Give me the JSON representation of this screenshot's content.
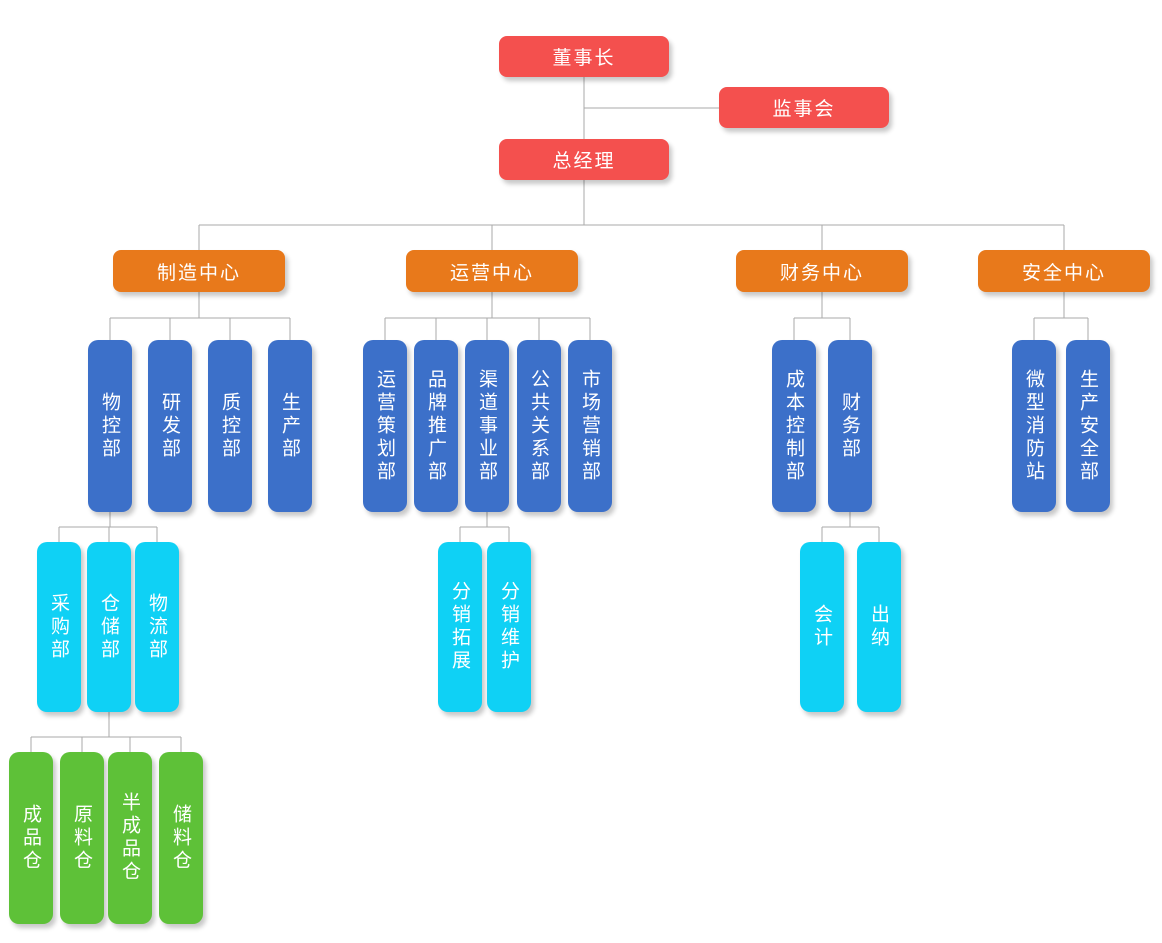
{
  "colors": {
    "executive": "#f4504e",
    "center": "#e8791b",
    "department": "#3c70c9",
    "sub_department": "#0fd1f5",
    "warehouse": "#5ec138",
    "connector": "#aaaaaa",
    "node_text": "#ffffff",
    "background": "#ffffff"
  },
  "levels": {
    "executive": {
      "chairman": "董事长",
      "supervisory_board": "监事会",
      "general_manager": "总经理"
    },
    "centers": {
      "manufacturing": "制造中心",
      "operations": "运营中心",
      "finance": "财务中心",
      "safety": "安全中心"
    },
    "departments": {
      "material_control": "物控部",
      "research_development": "研发部",
      "quality_control": "质控部",
      "production": "生产部",
      "operations_planning": "运营策划部",
      "brand_promotion": "品牌推广部",
      "channel_business": "渠道事业部",
      "public_relations": "公共关系部",
      "marketing": "市场营销部",
      "cost_control": "成本控制部",
      "finance_dept": "财务部",
      "micro_fire_station": "微型消防站",
      "production_safety": "生产安全部"
    },
    "sub_departments": {
      "purchasing": "采购部",
      "warehousing": "仓储部",
      "logistics": "物流部",
      "distribution_expansion": "分销拓展",
      "distribution_maintenance": "分销维护",
      "accounting": "会计",
      "cashier": "出纳"
    },
    "warehouses": {
      "finished_goods": "成品仓",
      "raw_materials": "原料仓",
      "semi_finished": "半成品仓",
      "storage": "储料仓"
    }
  },
  "relationships": [
    {
      "parent": "董事长",
      "children": [
        "监事会",
        "总经理"
      ]
    },
    {
      "parent": "总经理",
      "children": [
        "制造中心",
        "运营中心",
        "财务中心",
        "安全中心"
      ]
    },
    {
      "parent": "制造中心",
      "children": [
        "物控部",
        "研发部",
        "质控部",
        "生产部"
      ]
    },
    {
      "parent": "运营中心",
      "children": [
        "运营策划部",
        "品牌推广部",
        "渠道事业部",
        "公共关系部",
        "市场营销部"
      ]
    },
    {
      "parent": "财务中心",
      "children": [
        "成本控制部",
        "财务部"
      ]
    },
    {
      "parent": "安全中心",
      "children": [
        "微型消防站",
        "生产安全部"
      ]
    },
    {
      "parent": "物控部",
      "children": [
        "采购部",
        "仓储部",
        "物流部"
      ]
    },
    {
      "parent": "渠道事业部",
      "children": [
        "分销拓展",
        "分销维护"
      ]
    },
    {
      "parent": "财务部",
      "children": [
        "会计",
        "出纳"
      ]
    },
    {
      "parent": "仓储部",
      "children": [
        "成品仓",
        "原料仓",
        "半成品仓",
        "储料仓"
      ]
    }
  ]
}
